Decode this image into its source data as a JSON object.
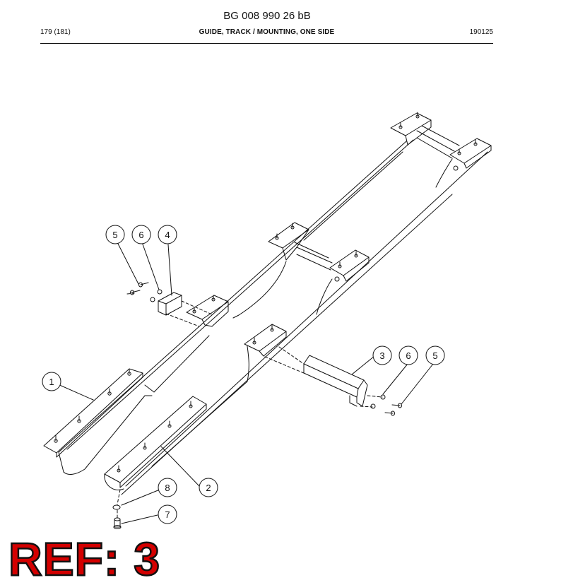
{
  "document": {
    "number": "BG 008 990 26 bB",
    "page": "179 (181)",
    "title": "GUIDE, TRACK / MOUNTING, ONE SIDE",
    "date_code": "190125"
  },
  "ref_badge": "REF: 3",
  "callouts": [
    {
      "id": "c1",
      "label": "1"
    },
    {
      "id": "c2",
      "label": "2"
    },
    {
      "id": "c3a",
      "label": "3"
    },
    {
      "id": "c4",
      "label": "4"
    },
    {
      "id": "c5a",
      "label": "5"
    },
    {
      "id": "c5b",
      "label": "5"
    },
    {
      "id": "c6a",
      "label": "6"
    },
    {
      "id": "c6b",
      "label": "6"
    },
    {
      "id": "c7",
      "label": "7"
    },
    {
      "id": "c8",
      "label": "8"
    }
  ],
  "colors": {
    "ink": "#111111",
    "ref_red": "#d40000"
  }
}
